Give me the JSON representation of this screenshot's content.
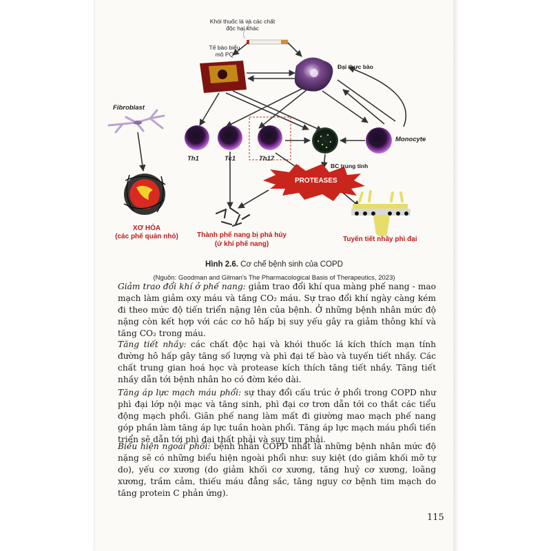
{
  "figure": {
    "smoke_label": "Khói thuốc lá và các chất độc hại khác",
    "epithelium_label": "Tế bào biểu mô PQ",
    "macrophage_label": "Đại thực bào",
    "fibroblast_label": "Fibroblast",
    "th1_label": "Th1",
    "tc1_label": "Tc1",
    "th17_label": "Th17",
    "neutrophil_label": "BC trung tính",
    "monocyte_label": "Monocyte",
    "proteases_label": "PROTEASES",
    "fibrosis_label": "XƠ HÓA",
    "fibrosis_sub": "(các phế quản nhỏ)",
    "alveolar_label": "Thành phế nang bị phá hủy",
    "alveolar_sub": "(ứ khí phế nang)",
    "mucus_label": "Tuyến tiết nhầy phì đại"
  },
  "caption": {
    "number": "Hình 2.6.",
    "title": "Cơ chế bệnh sinh của COPD",
    "source": "(Nguồn: Goodman and Gilman's The Pharmacological Basis of Therapeutics, 2023)"
  },
  "paragraphs": [
    {
      "lead": "Giảm trao đổi khí ở phế nang:",
      "text": " giảm trao đổi khí qua màng phế nang - mao mạch làm giảm oxy máu và tăng CO₂ máu. Sự trao đổi khí ngày càng kém đi theo mức độ tiến triển nặng lên của bệnh. Ở những bệnh nhân mức độ nặng còn kết hợp với các cơ hô hấp bị suy yếu gây ra giảm thông khí và tăng CO₂ trong máu."
    },
    {
      "lead": "Tăng tiết nhầy:",
      "text": " các chất độc hại và khói thuốc lá kích thích mạn tính đường hô hấp gây tăng số lượng và phì đại tế bào và tuyến tiết nhầy. Các chất trung gian hoá học và protease kích thích tăng tiết nhầy. Tăng tiết nhầy dẫn tới bệnh nhân ho có đờm kéo dài."
    },
    {
      "lead": "Tăng áp lực mạch máu phổi:",
      "text": " sự thay đổi cấu trúc ở phổi trong COPD như phì đại lớp nội mạc và tăng sinh, phì đại cơ trơn dẫn tới co thắt các tiểu động mạch phổi. Giãn phế nang làm mất đi giường mao mạch phế nang góp phần làm tăng áp lực tuần hoàn phổi. Tăng áp lực mạch máu phổi tiến triển sẽ dẫn tới phì đại thất phải và suy tim phải."
    },
    {
      "lead": "Biểu hiện ngoài phổi:",
      "text": " bệnh nhân COPD nhất là những bệnh nhân mức độ nặng sẽ có những biểu hiện ngoài phổi như: suy kiệt (do giảm khối mỡ tự do), yếu cơ xương (do giảm khối cơ xương, tăng huỷ cơ xương, loãng xương, trầm cảm, thiếu máu đẳng sắc, tăng nguy cơ bệnh tim mạch do tăng protein C phản ứng)."
    }
  ],
  "page_number": "115"
}
